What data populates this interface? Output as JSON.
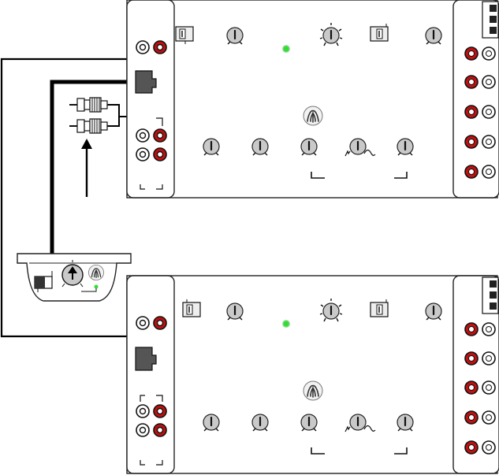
{
  "diagram": {
    "amplifiers": [
      {
        "id": "amp-top",
        "role": "amplifier",
        "input_jacks": [
          "white",
          "red"
        ],
        "output_jacks": 5
      },
      {
        "id": "amp-bottom",
        "role": "amplifier",
        "input_jacks": [
          "white",
          "red"
        ],
        "output_jacks": 5
      }
    ],
    "remote_control": {
      "role": "remote-level-control",
      "arrow_direction": "up"
    },
    "rca_plugs": {
      "count": 2,
      "arrow_direction": "up"
    },
    "colors": {
      "panel_stroke": "#222222",
      "panel_fill": "#ffffff",
      "jack_red": "#c01010",
      "jack_white": "#ffffff",
      "led_green": "#33dd33",
      "knob": "#c9c9c9",
      "cable": "#000000"
    },
    "icons": [
      "logo-icon",
      "rca-plug-icon",
      "arrow-up-icon",
      "knob-icon",
      "toggle-switch-icon",
      "led-icon",
      "rj-connector-icon"
    ]
  }
}
